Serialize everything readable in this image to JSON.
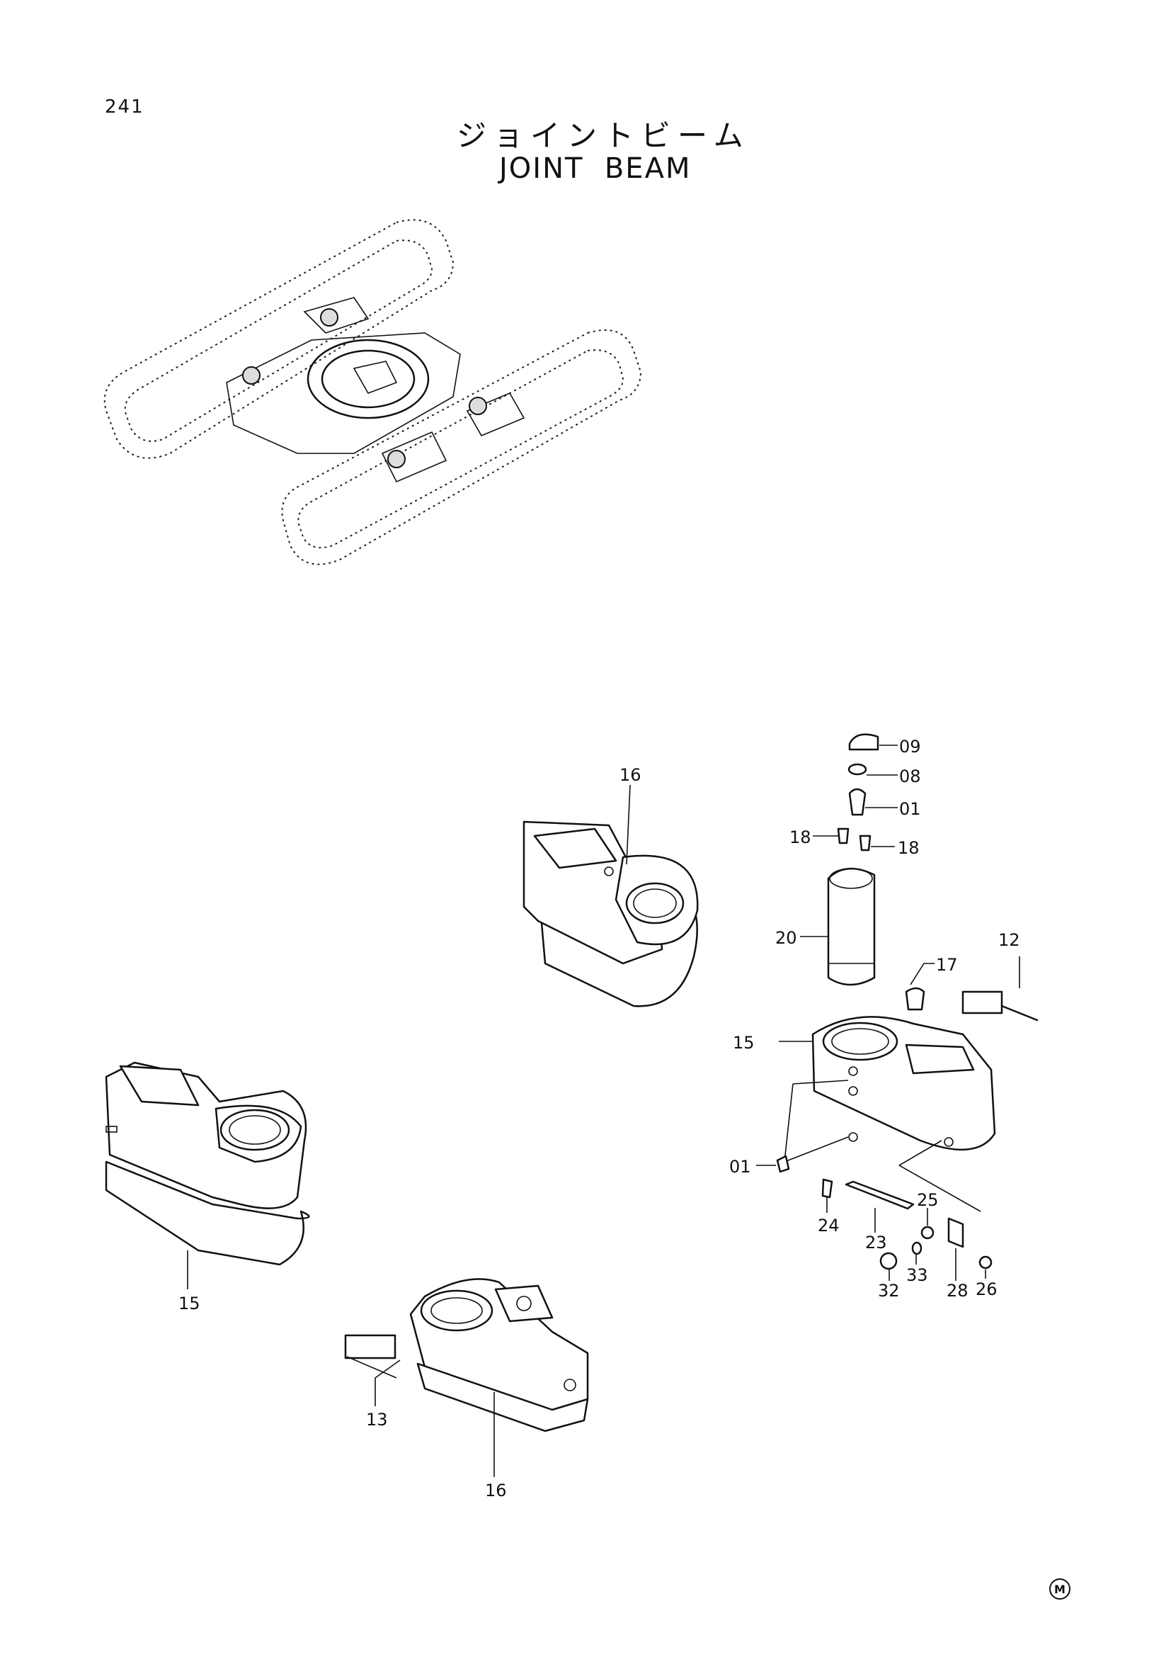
{
  "page_number": "241",
  "title_ja": "ジョイントビーム",
  "title_en": "JOINT  BEAM",
  "corner_mark": "M",
  "callouts": [
    "09",
    "08",
    "01",
    "18",
    "18",
    "16",
    "20",
    "12",
    "17",
    "15",
    "01",
    "24",
    "23",
    "25",
    "33",
    "32",
    "28",
    "26",
    "15",
    "13",
    "16"
  ]
}
